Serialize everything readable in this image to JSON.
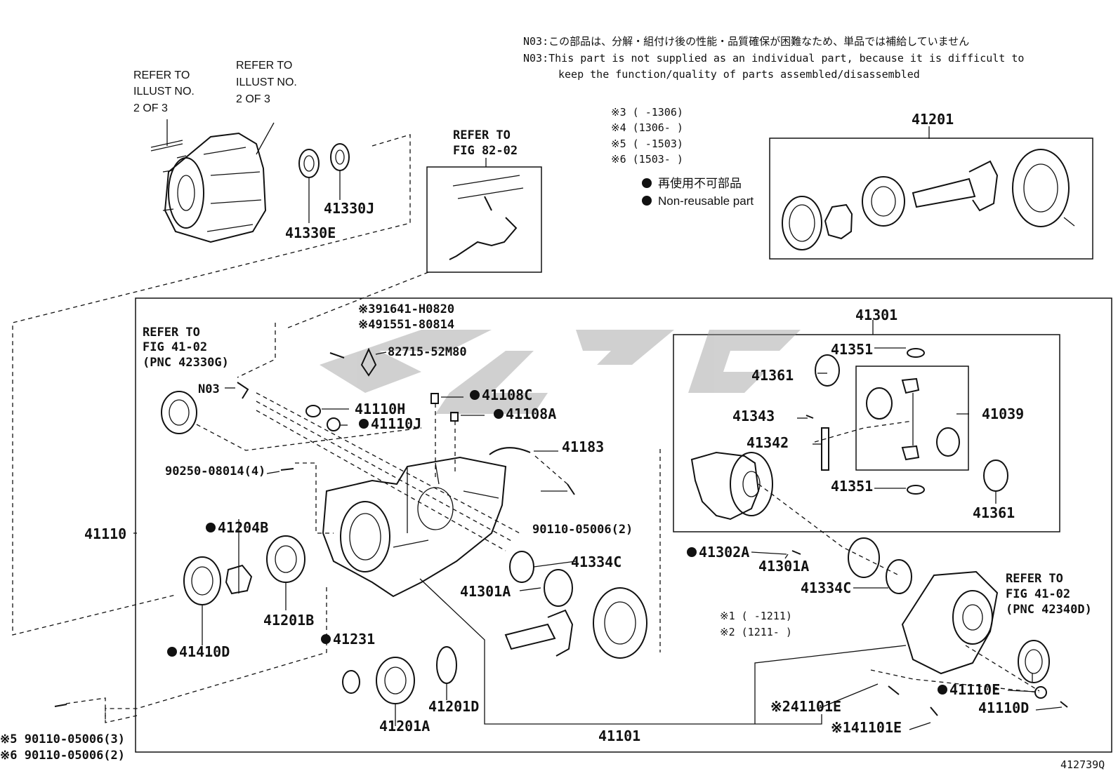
{
  "illustration_id": "412739Q",
  "notes": {
    "n03_jp": "N03:この部品は、分解・組付け後の性能・品質確保が困難なため、単品では補給していません",
    "n03_en_line1": "N03:This part is not supplied as an individual part, because it is difficult to",
    "n03_en_line2": "keep the function/quality of parts assembled/disassembled"
  },
  "date_notes": [
    "※3 (     -1306)",
    "※4 (1306-     )",
    "※5 (     -1503)",
    "※6 (1503-     )",
    "※1 (   -1211)",
    "※2 (1211-    )"
  ],
  "legend": {
    "nonreusable_jp": "再使用不可部品",
    "nonreusable_en": "Non-reusable part"
  },
  "refer": {
    "illust_a": [
      "REFER TO",
      "ILLUST NO.",
      "2 OF 3"
    ],
    "illust_b": [
      "REFER TO",
      "ILLUST NO.",
      "2 OF 3"
    ],
    "fig_82": [
      "REFER TO",
      "FIG 82-02"
    ],
    "fig_41_left": [
      "REFER TO",
      "FIG 41-02",
      "(PNC 42330G)"
    ],
    "fig_41_right": [
      "REFER TO",
      "FIG 41-02",
      "(PNC 42340D)"
    ]
  },
  "labels": {
    "41330J": "41330J",
    "41330E": "41330E",
    "41201": "41201",
    "41301": "41301",
    "91641": "※391641-H0820",
    "91551": "※491551-80814",
    "82715": "82715-52M80",
    "N03": "N03",
    "41108C": "41108C",
    "41110H": "41110H",
    "41108A": "41108A",
    "41110J": "41110J",
    "41183": "41183",
    "90250": "90250-08014(4)",
    "90110_upper": "90110-05006(2)",
    "41110": "41110",
    "41204B": "41204B",
    "41334C_left": "41334C",
    "41301A_left": "41301A",
    "41201B": "41201B",
    "41231": "41231",
    "41410D": "41410D",
    "41201D": "41201D",
    "41201A": "41201A",
    "41101": "41101",
    "90110_lower_5": "※5 90110-05006(3)",
    "90110_lower_6": "※6 90110-05006(2)",
    "41351_top": "41351",
    "41361_left": "41361",
    "41343": "41343",
    "41342": "41342",
    "41039": "41039",
    "41351_bottom": "41351",
    "41361_right": "41361",
    "41302A": "41302A",
    "41301A_right": "41301A",
    "41334C_right": "41334C",
    "41110E": "41110E",
    "41110D": "41110D",
    "41101E_2": "※241101E",
    "41101E_1": "※141101E"
  }
}
